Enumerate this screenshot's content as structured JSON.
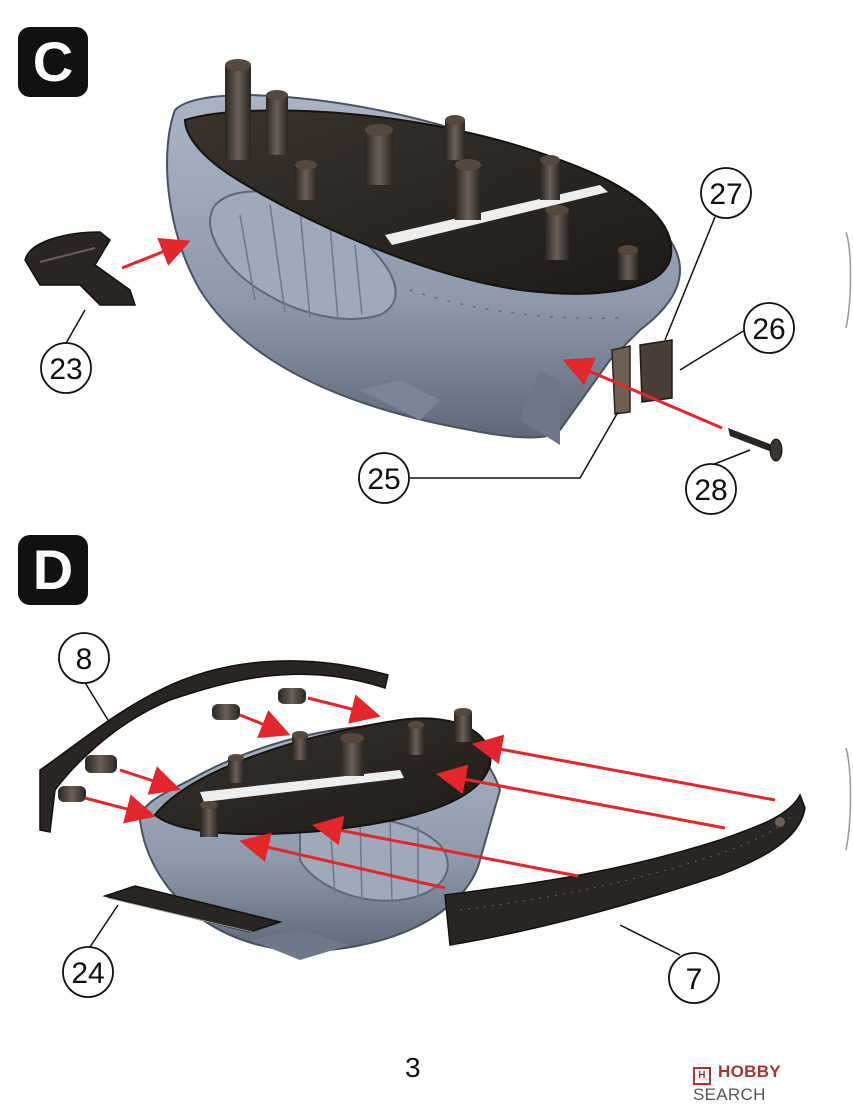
{
  "steps": [
    {
      "label": "C",
      "parts": [
        "23",
        "25",
        "26",
        "27",
        "28"
      ]
    },
    {
      "label": "D",
      "parts": [
        "8",
        "24",
        "7"
      ]
    }
  ],
  "page_number": "3",
  "watermark": {
    "brand": "HOBBY",
    "suffix": "SEARCH",
    "logo_letter": "H"
  },
  "colors": {
    "hull": "#8e9aac",
    "hull_dark": "#5e6878",
    "deck": "#2a2522",
    "arrow": "#e2262b",
    "badge": "#111111"
  }
}
